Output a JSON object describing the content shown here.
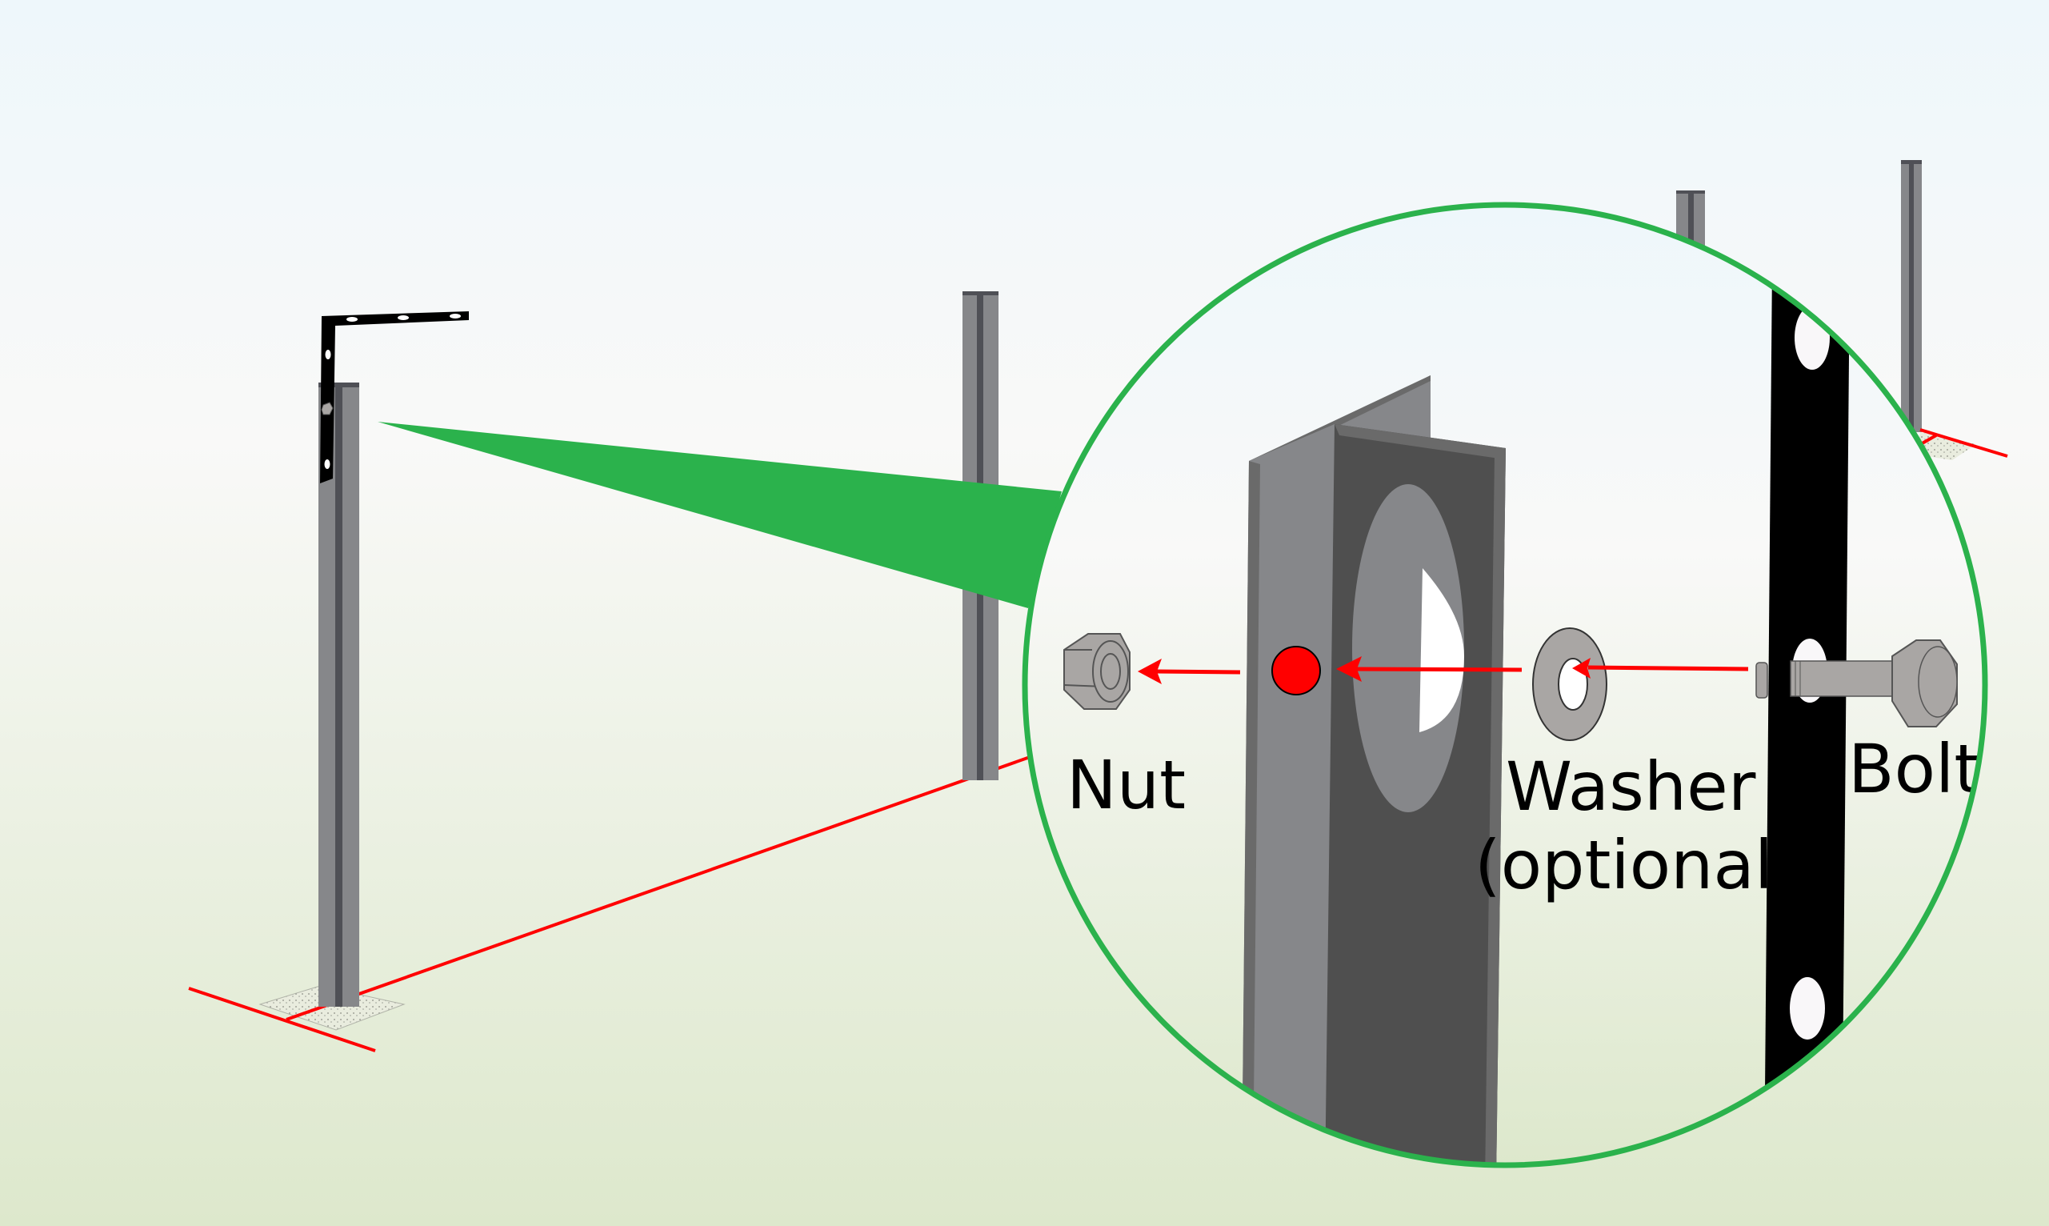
{
  "diagram": {
    "title": "Angle post bolt connection detail",
    "labels": {
      "nut": "Nut",
      "washer": "Washer",
      "washer_note": "(optional)",
      "bolt": "Bolt"
    },
    "colors": {
      "background_top": "#eef7fb",
      "background_mid": "#f9f9f8",
      "background_bottom": "#dde8cc",
      "zoom_callout": "#2bb24c",
      "layout_line": "#ff0000",
      "post_light": "#86878a",
      "post_dark": "#4f5056",
      "bracket": "#000000",
      "hardware": "#a9a6a4"
    },
    "components": [
      {
        "id": "nut",
        "name": "Nut"
      },
      {
        "id": "washer",
        "name": "Washer",
        "optional": true
      },
      {
        "id": "bolt",
        "name": "Bolt"
      },
      {
        "id": "angle-post",
        "name": "Angle post"
      },
      {
        "id": "bracket",
        "name": "Corner bracket"
      }
    ],
    "assembly_order": [
      "bolt",
      "bracket",
      "washer",
      "angle-post",
      "nut"
    ]
  }
}
